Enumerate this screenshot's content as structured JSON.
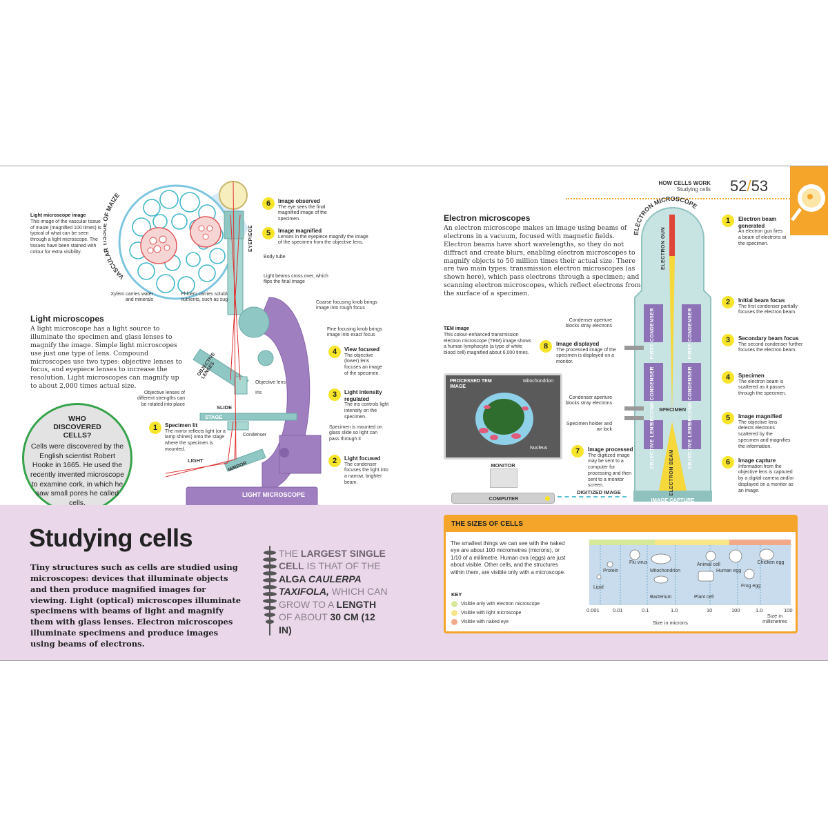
{
  "header": {
    "section": "HOW CELLS WORK",
    "subsection": "Studying cells",
    "page_left": "52",
    "page_sep": "/",
    "page_right": "53"
  },
  "maize": {
    "arc_label": "VASCULAR TISSUE OF MAIZE",
    "caption_title": "Light microscope image",
    "caption_text": "This image of the vascular tissue of maize (magnified 100 times) is typical of what can be seen through a light microscope. The tissues have been stained with colour for extra visibility.",
    "xylem": "Xylem carries water and minerals",
    "phloem": "Phloem carries soluble nutrients, such as sugar"
  },
  "light_section": {
    "title": "Light microscopes",
    "body": "A light microscope has a light source to illuminate the specimen and glass lenses to magnify the image. Simple light microscopes use just one type of lens. Compound microscopes use two types: objective lenses to focus, and eyepiece lenses to increase the resolution. Light microscopes can magnify up to about 2,000 times actual size."
  },
  "who": {
    "title": "WHO DISCOVERED CELLS?",
    "body": "Cells were discovered by the English scientist Robert Hooke in 1665. He used the recently invented microscope to examine cork, in which he saw small pores he called cells."
  },
  "light_parts": {
    "eyepiece": "EYEPIECE",
    "body_tube": "Body tube",
    "beams_cross": "Light beams cross over, which flips the final image",
    "coarse": "Coarse focusing knob brings image into rough focus",
    "fine": "Fine focusing knob brings image into exact focus",
    "objective_lenses": "OBJECTIVE LENSES",
    "objective_lens": "Objective lens",
    "rotated": "Objective lenses of different strengths can be rotated into place",
    "iris": "Iris",
    "slide": "SLIDE",
    "stage": "STAGE",
    "condenser": "Condenser",
    "specimen_mounted": "Specimen is mounted on glass slide so light can pass through it",
    "light": "LIGHT",
    "mirror": "MIRROR",
    "title": "LIGHT MICROSCOPE"
  },
  "light_steps": [
    {
      "n": "1",
      "title": "Specimen lit",
      "text": "The mirror reflects light (or a lamp shines) onto the stage where the specimen is mounted."
    },
    {
      "n": "2",
      "title": "Light focused",
      "text": "The condenser focuses the light into a narrow, brighter beam."
    },
    {
      "n": "3",
      "title": "Light intensity regulated",
      "text": "The iris controls light intensity on the specimen."
    },
    {
      "n": "4",
      "title": "View focused",
      "text": "The objective (lower) lens focuses an image of the specimen."
    },
    {
      "n": "5",
      "title": "Image magnified",
      "text": "Lenses in the eyepiece magnify the image of the specimen from the objective lens."
    },
    {
      "n": "6",
      "title": "Image observed",
      "text": "The eye sees the final magnified image of the specimen."
    }
  ],
  "electron_section": {
    "title": "Electron microscopes",
    "body": "An electron microscope makes an image using beams of electrons in a vacuum, focused with magnetic fields. Electron beams have short wavelengths, so they do not diffract and create blurs, enabling electron microscopes to magnify objects to 50 million times their actual size. There are two main types: transmission electron microscopes (as shown here), which pass electrons through a specimen; and scanning electron microscopes, which reflect electrons from the surface of a specimen."
  },
  "tem": {
    "caption_title": "TEM image",
    "caption_text": "This colour-enhanced transmission electron microscope (TEM) image shows a human lymphocyte (a type of white blood cell) magnified about 6,000 times.",
    "screen_title": "PROCESSED TEM IMAGE",
    "mitochondrion": "Mitochondrion",
    "nucleus": "Nucleus",
    "monitor": "MONITOR",
    "computer": "COMPUTER",
    "digitized": "DIGITIZED IMAGE"
  },
  "electron_parts": {
    "arc_label": "ELECTRON MICROSCOPE",
    "gun": "ELECTRON GUN",
    "first_condenser": "FIRST CONDENSER",
    "second_condenser": "SECOND CONDENSER",
    "specimen": "SPECIMEN",
    "objective_lens": "OBJECTIVE LENS",
    "beam": "ELECTRON BEAM",
    "capture": "IMAGE CAPTURE",
    "aperture1": "Condenser aperture blocks stray electrons",
    "aperture2": "Condenser aperture blocks stray electrons",
    "holder": "Specimen holder and air lock"
  },
  "electron_steps": [
    {
      "n": "1",
      "title": "Electron beam generated",
      "text": "An electron gun fires a beam of electrons at the specimen."
    },
    {
      "n": "2",
      "title": "Initial beam focus",
      "text": "The first condenser partially focuses the electron beam."
    },
    {
      "n": "3",
      "title": "Secondary beam focus",
      "text": "The second condenser further focuses the electron beam."
    },
    {
      "n": "4",
      "title": "Specimen",
      "text": "The electron beam is scattered as it passes through the specimen."
    },
    {
      "n": "5",
      "title": "Image magnified",
      "text": "The objective lens detects electrons scattered by the specimen and magnifies the information."
    },
    {
      "n": "6",
      "title": "Image capture",
      "text": "Information from the objective lens is captured by a digital camera and/or displayed on a monitor as an image."
    },
    {
      "n": "7",
      "title": "Image processed",
      "text": "The digitized image may be sent to a computer for processing and then sent to a monitor screen."
    },
    {
      "n": "8",
      "title": "Image displayed",
      "text": "The processed image of the specimen is displayed on a monitor."
    }
  ],
  "intro": {
    "title": "Studying cells",
    "body": "Tiny structures such as cells are studied using microscopes: devices that illuminate objects and then produce magnified images for viewing. Light (optical) microscopes illuminate specimens with beams of light and magnify them with glass lenses. Electron microscopes illuminate specimens and produce images using beams of electrons."
  },
  "fact": {
    "p1": "THE ",
    "b1": "LARGEST SINGLE CELL",
    "p2": " IS THAT OF THE ",
    "b2": "ALGA ",
    "i1": "CAULERPA TAXIFOLA,",
    "p3": " WHICH CAN GROW TO A ",
    "b3": "LENGTH",
    "p4": " OF ABOUT ",
    "b4": "30 CM (12 IN)"
  },
  "sizes": {
    "title": "THE SIZES OF CELLS",
    "body": "The smallest things we can see with the naked eye are about 100 micrometres (microns), or 1/10 of a millimetre. Human ova (eggs) are just about visible. Other cells, and the structures within them, are visible only with a microscope.",
    "key_title": "KEY",
    "key": [
      {
        "label": "Visible only with electron microscope",
        "color": "#d6e89a"
      },
      {
        "label": "Visible with light microscope",
        "color": "#f7e58a"
      },
      {
        "label": "Visible with naked eye",
        "color": "#f1a98a"
      }
    ],
    "items": [
      "Protein",
      "Flu virus",
      "Mitochondrion",
      "Animal cell",
      "Human egg",
      "Chicken egg",
      "Lipid",
      "Bacterium",
      "Plant cell",
      "Frog egg"
    ],
    "ticks": [
      "0.001",
      "0.01",
      "0.1",
      "1.0",
      "10",
      "100",
      "1.0",
      "100"
    ],
    "axis_microns": "Size in microns",
    "axis_mm": "Size in millimetres"
  }
}
